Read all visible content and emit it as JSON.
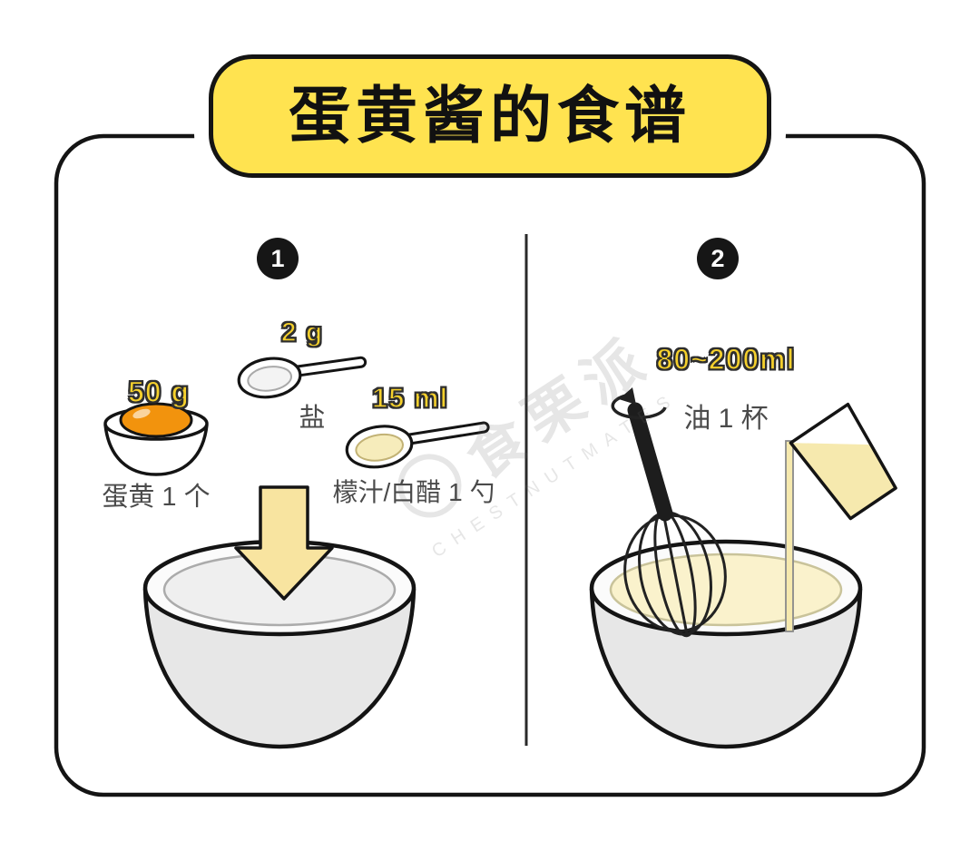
{
  "title": "蛋黄酱的食谱",
  "steps": {
    "step1": {
      "number": "1",
      "egg": {
        "amount": "50 g",
        "label": "蛋黄 1 个"
      },
      "salt": {
        "amount": "2 g",
        "label": "盐"
      },
      "vinegar": {
        "amount": "15 ml",
        "label": "檬汁/白醋 1 勺"
      }
    },
    "step2": {
      "number": "2",
      "oil": {
        "amount": "80~200ml",
        "label": "油 1 杯"
      }
    }
  },
  "watermark": {
    "cn": "食栗派",
    "en": "CHESTNUTMATES"
  },
  "colors": {
    "banner_yellow": "#FFE350",
    "accent_yellow": "#F5D02C",
    "arrow_fill": "#F8E4A0",
    "yolk_orange": "#F2930D",
    "bowl_gray": "#E7E7E7",
    "mixture_yellow": "#FAF2CC",
    "outline": "#141414"
  }
}
